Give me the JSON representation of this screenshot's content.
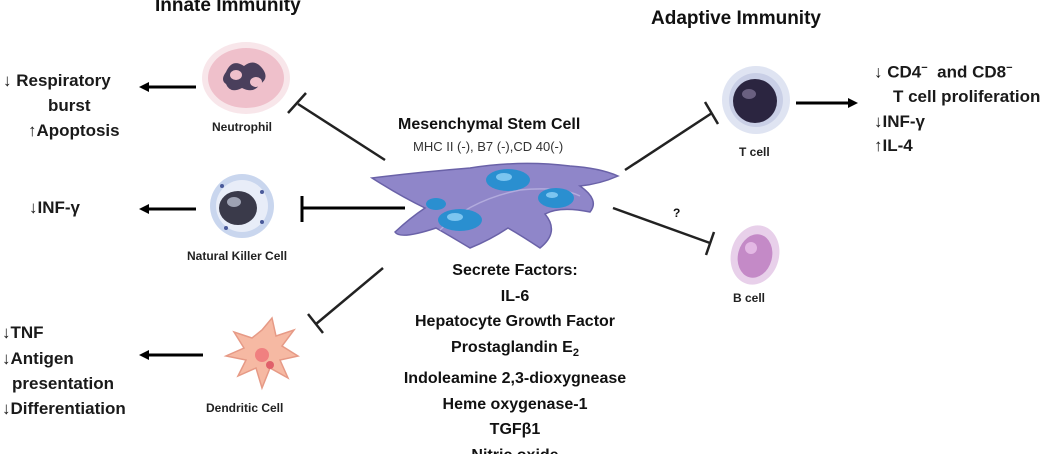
{
  "headings": {
    "innate": "Innate Immunity",
    "adaptive": "Adaptive Immunity"
  },
  "msc": {
    "title": "Mesenchymal Stem Cell",
    "markers": "MHC II (-), B7 (-),CD 40(-)",
    "secrete_title": "Secrete Factors:",
    "factors": {
      "f1": "IL-6",
      "f2": "Hepatocyte Growth Factor",
      "f3": "Prostaglandin E",
      "f3_sub": "2",
      "f4": "Indoleamine 2,3-dioxygnease",
      "f5": "Heme oxygenase-1",
      "f6": "TGFβ1",
      "f7": "Nitric oxide"
    }
  },
  "cells": {
    "neutrophil": "Neutrophil",
    "nk": "Natural Killer  Cell",
    "dendritic": "Dendritic Cell",
    "tcell": "T cell",
    "bcell": "B cell"
  },
  "effects": {
    "neutrophil": {
      "line1": "↓ Respiratory",
      "line2": "burst",
      "line3": "↑Apoptosis"
    },
    "nk": {
      "line1": "↓INF-γ"
    },
    "dendritic": {
      "line1": "↓TNF",
      "line2": "↓Antigen",
      "line3": "presentation",
      "line4": "↓Differentiation"
    },
    "tcell": {
      "line1_a": "↓ CD4",
      "line1_sup1": "−",
      "line1_b": "  and CD8",
      "line1_sup2": "−",
      "line2": "T cell proliferation",
      "line3": "↓INF-γ",
      "line4": "↑IL-4"
    }
  },
  "bcell_question": "?",
  "colors": {
    "msc_body": "#8f86c9",
    "msc_nucleus": "#2a8fd0",
    "neutrophil": "#f0c6cf",
    "nk_nucleus": "#3a3a4a",
    "dendritic": "#f6b9a3",
    "tcell": "#2b2540",
    "bcell": "#c48ac7"
  }
}
